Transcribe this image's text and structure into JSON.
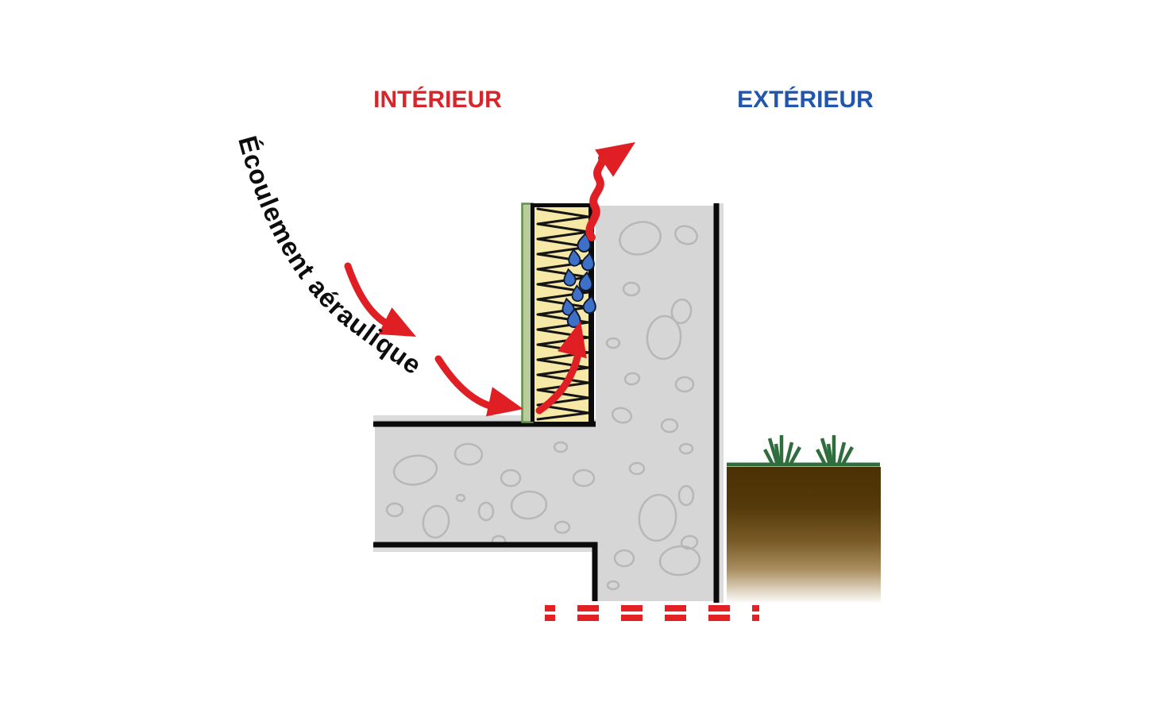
{
  "labels": {
    "interior": "INTÉRIEUR",
    "exterior": "EXTÉRIEUR",
    "airflow": "Écoulement aéraulique"
  },
  "colors": {
    "interior_red": "#D8252B",
    "exterior_blue": "#2156AE",
    "arrow_red": "#E01F25",
    "dash_red": "#E32125",
    "concrete_gray": "#D6D6D6",
    "aggregate_outline": "#B7B7B7",
    "edge_light_gray": "#DCDCDC",
    "outline_black": "#0B0B0B",
    "insulation_yellow": "#F6E8A6",
    "board_green": "#B9CC9A",
    "board_green_border": "#61904F",
    "droplet_blue": "#3E70C8",
    "grass_green": "#2F6E3C",
    "soil_dark": "#4A3003",
    "soil_mid": "#7A5C28",
    "soil_light": "#DDD2BD"
  },
  "icons": {
    "airflow_arrows": "red-curved-arrow-icon",
    "leak_arrow": "red-wavy-arrow-icon",
    "moisture": "water-droplet-icon",
    "footing_axis": "red-dashed-line"
  }
}
